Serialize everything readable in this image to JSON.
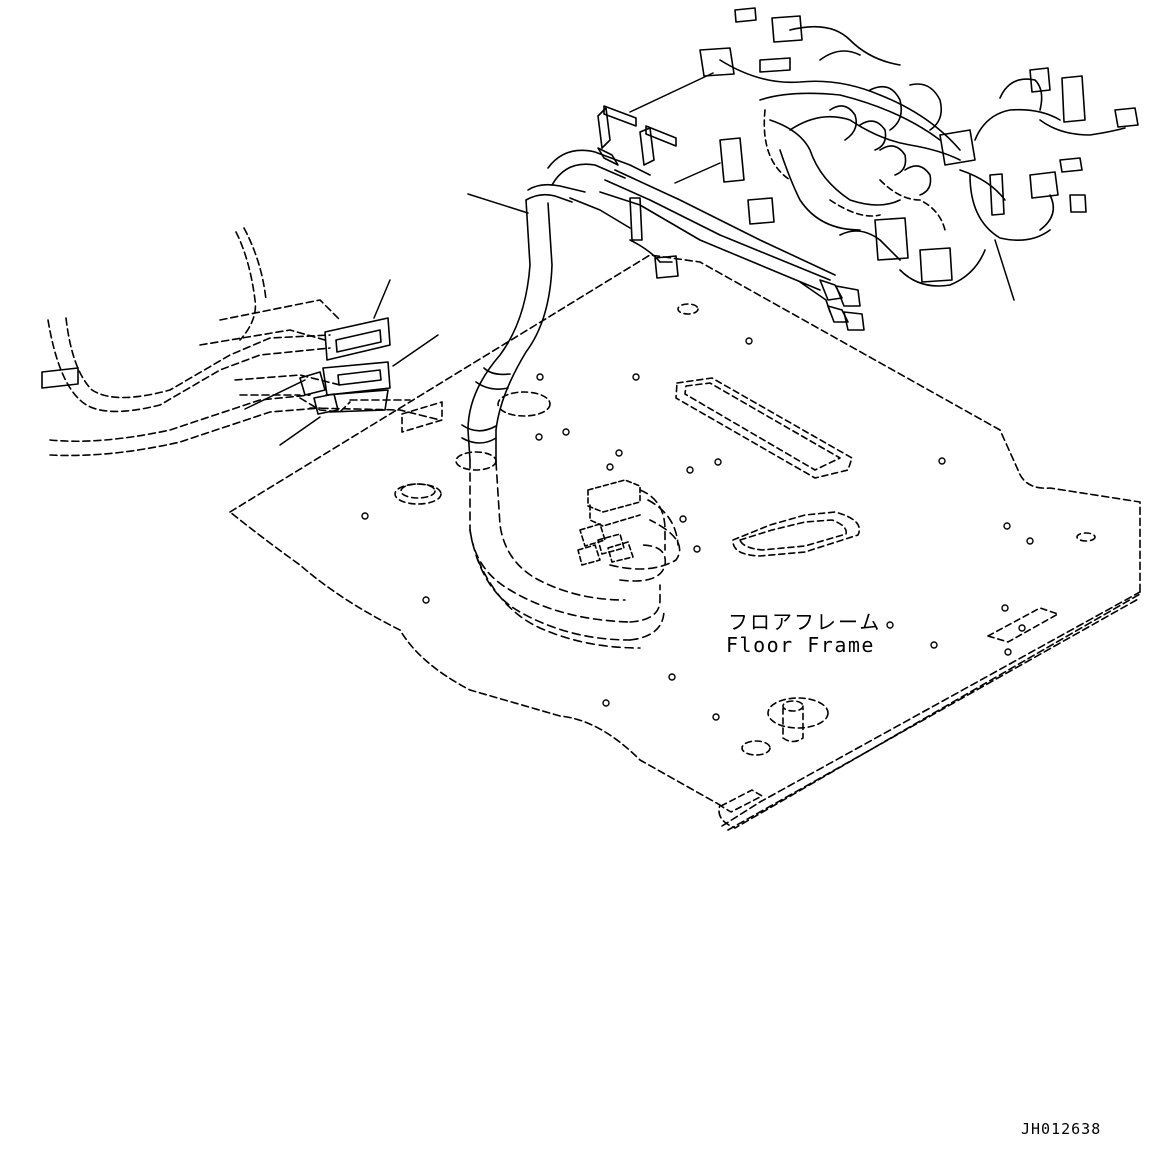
{
  "labels": {
    "floor_frame_jp": "フロアフレーム",
    "floor_frame_en": "Floor Frame",
    "drawing_code": "JH012638"
  },
  "colors": {
    "ink": "#000000",
    "paper": "#ffffff"
  }
}
